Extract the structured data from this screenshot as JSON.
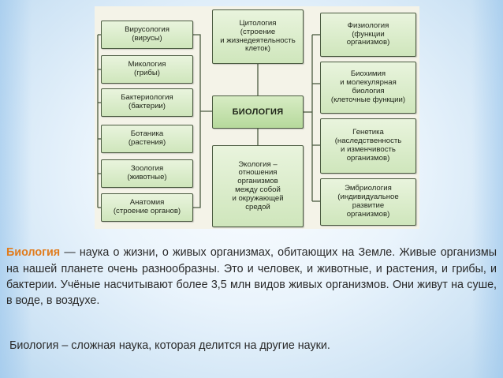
{
  "diagram": {
    "center": "БИОЛОГИЯ",
    "left": [
      "Вирусология\n(вирусы)",
      "Микология\n(грибы)",
      "Бактериология\n(бактерии)",
      "Ботаника\n(растения)",
      "Зоология\n(животные)",
      "Анатомия\n(строение органов)"
    ],
    "top": "Цитология\n(строение\nи жизнедеятельность\nклеток)",
    "bottom": "Экология –\nотношения\nорганизмов\nмежду собой\nи окружающей\nсредой",
    "right": [
      "Физиология\n(функции\nорганизмов)",
      "Биохимия\nи молекулярная\nбиология\n(клеточные функции)",
      "Генетика\n(наследственность\nи изменчивость\nорганизмов)",
      "Эмбриология\n(индивидуальное\nразвитие\nорганизмов)"
    ],
    "line_color": "#4a5a40",
    "node_fill": "#d7ebc6"
  },
  "text": {
    "term": "Биология",
    "definition": " — наука о жизни, о живых организмах, обитающих на Земле. Живые организмы на нашей планете очень разнообразны. Это и человек, и животные, и растения, и грибы, и бактерии. Учёные насчитывают более 3,5 млн видов живых организмов. Они живут на суше, в воде, в воздухе.",
    "summary": "Биология – сложная наука, которая делится на другие науки."
  },
  "colors": {
    "term": "#e07c1e",
    "body_text": "#2a2a2a",
    "background": "#e6f2fb"
  }
}
